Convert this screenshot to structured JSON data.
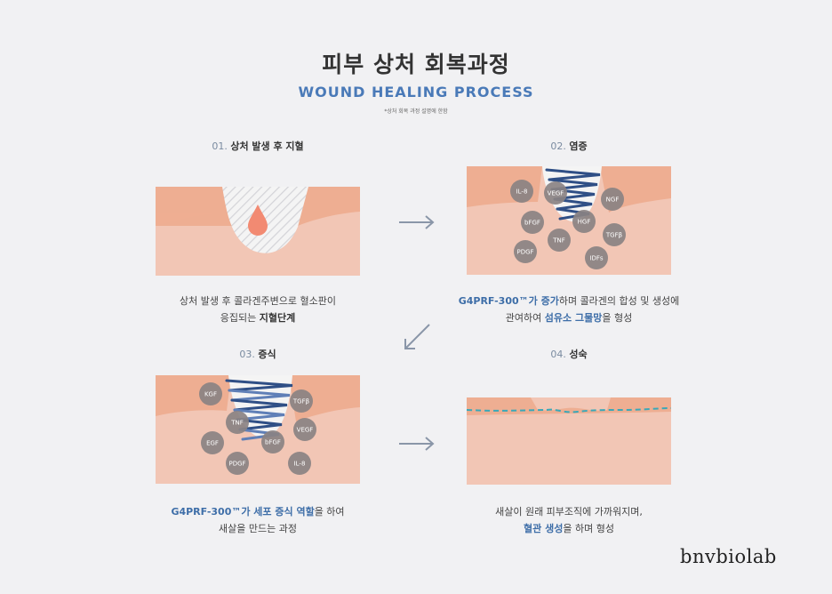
{
  "header": {
    "title_ko": "피부 상처 회복과정",
    "title_en": "WOUND HEALING PROCESS",
    "note": "*상처 회복 과정 설명에 한함"
  },
  "steps": [
    {
      "num": "01.",
      "name": "상처 발생 후 지혈",
      "caption_line1": "상처 발생 후 콜라겐주변으로 혈소판이",
      "caption_line2_a": "응집되는 ",
      "caption_line2_b": "지혈단계",
      "factors": []
    },
    {
      "num": "02.",
      "name": "염증",
      "caption_line1_a": "G4PRF-300™가 증가",
      "caption_line1_b": "하며 콜라겐의 합성 및 생성에",
      "caption_line2_a": "관여하여 ",
      "caption_line2_b": "섬유소 그물망",
      "caption_line2_c": "을 형성",
      "factors": [
        "IL-8",
        "VEGF",
        "NGF",
        "bFGF",
        "HGF",
        "TNF",
        "TGFβ",
        "PDGF",
        "IDFs"
      ]
    },
    {
      "num": "03.",
      "name": "증식",
      "caption_line1_a": "G4PRF-300™가 세포 증식 역할",
      "caption_line1_b": "을 하여",
      "caption_line2": "새살을 만드는 과정",
      "factors": [
        "KGF",
        "TGFβ",
        "TNF",
        "VEGF",
        "EGF",
        "bFGF",
        "PDGF",
        "IL-8"
      ]
    },
    {
      "num": "04.",
      "name": "성숙",
      "caption_line1": "새살이 원래 피부조직에 가까워지며,",
      "caption_line2_a": "혈관 생성",
      "caption_line2_b": "을 하며 형성",
      "factors": []
    }
  ],
  "brand": "bnvbiolab",
  "colors": {
    "skin_top": "#eeae92",
    "skin_body": "#f2c6b5",
    "blood": "#f28a72",
    "factor": "#8a8283",
    "coil": "#2f4f86",
    "coil_light": "#5f7fb7",
    "dash": "#3aa8b8",
    "accent": "#4a7ab8"
  }
}
